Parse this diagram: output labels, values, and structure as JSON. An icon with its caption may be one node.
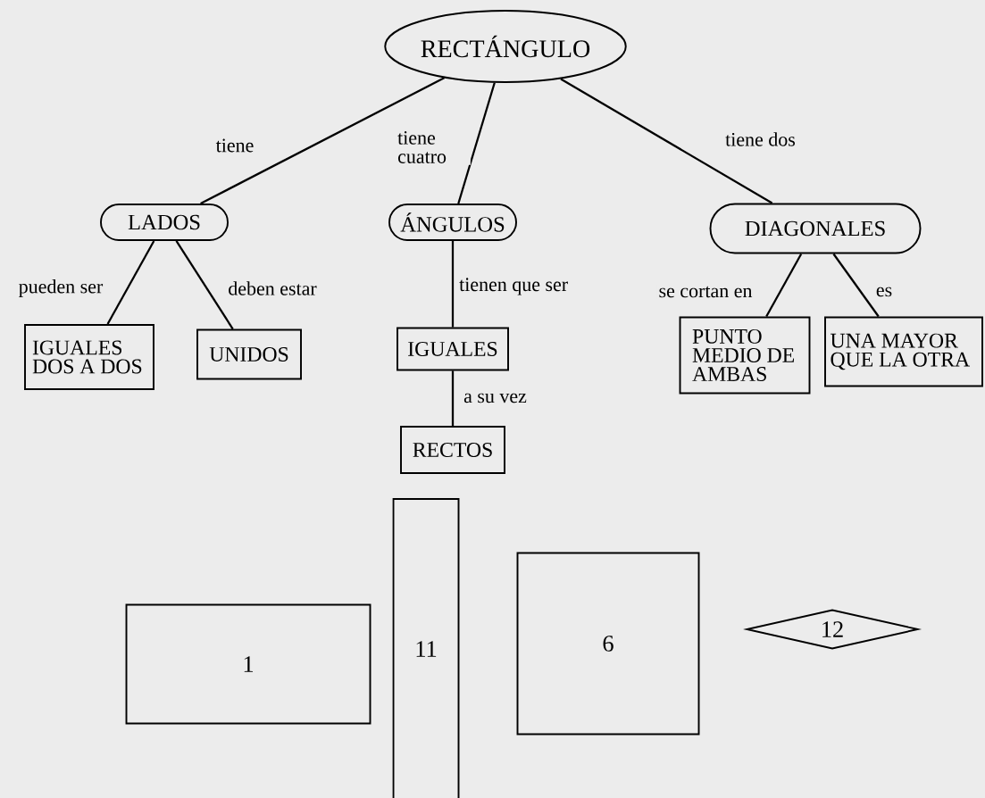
{
  "diagram": {
    "nodes": [
      {
        "text": [
          "RECTÁNGULO"
        ]
      },
      {
        "text": [
          "LADOS"
        ]
      },
      {
        "text": [
          "ÁNGULOS"
        ]
      },
      {
        "text": [
          "DIAGONALES"
        ]
      },
      {
        "text": [
          "IGUALES DOS A DOS"
        ]
      },
      {
        "text": [
          "UNIDOS"
        ]
      },
      {
        "text": [
          "IGUALES"
        ]
      },
      {
        "text": [
          "RECTOS"
        ]
      },
      {
        "text": [
          "PUNTO MEDIO DE AMBAS"
        ]
      },
      {
        "text": [
          "UNA MAYOR QUE LA OTRA"
        ]
      },
      {
        "text": [
          "1"
        ]
      },
      {
        "text": [
          "11"
        ]
      },
      {
        "text": [
          "6"
        ]
      },
      {
        "text": [
          "12"
        ]
      }
    ],
    "edges": [
      {
        "from": 0,
        "to": 1,
        "arrow": "none",
        "label": "tiene"
      },
      {
        "from": 0,
        "to": 2,
        "arrow": "none",
        "label": "tiene cuatro"
      },
      {
        "from": 0,
        "to": 3,
        "arrow": "none",
        "label": "tiene dos"
      },
      {
        "from": 1,
        "to": 4,
        "arrow": "none",
        "label": "pueden ser"
      },
      {
        "from": 1,
        "to": 5,
        "arrow": "none",
        "label": "deben estar"
      },
      {
        "from": 2,
        "to": 6,
        "arrow": "none",
        "label": "tienen que ser"
      },
      {
        "from": 6,
        "to": 7,
        "arrow": "none",
        "label": "a su vez"
      },
      {
        "from": 3,
        "to": 8,
        "arrow": "none",
        "label": "se cortan en"
      },
      {
        "from": 3,
        "to": 9,
        "arrow": "none",
        "label": "es"
      }
    ]
  }
}
